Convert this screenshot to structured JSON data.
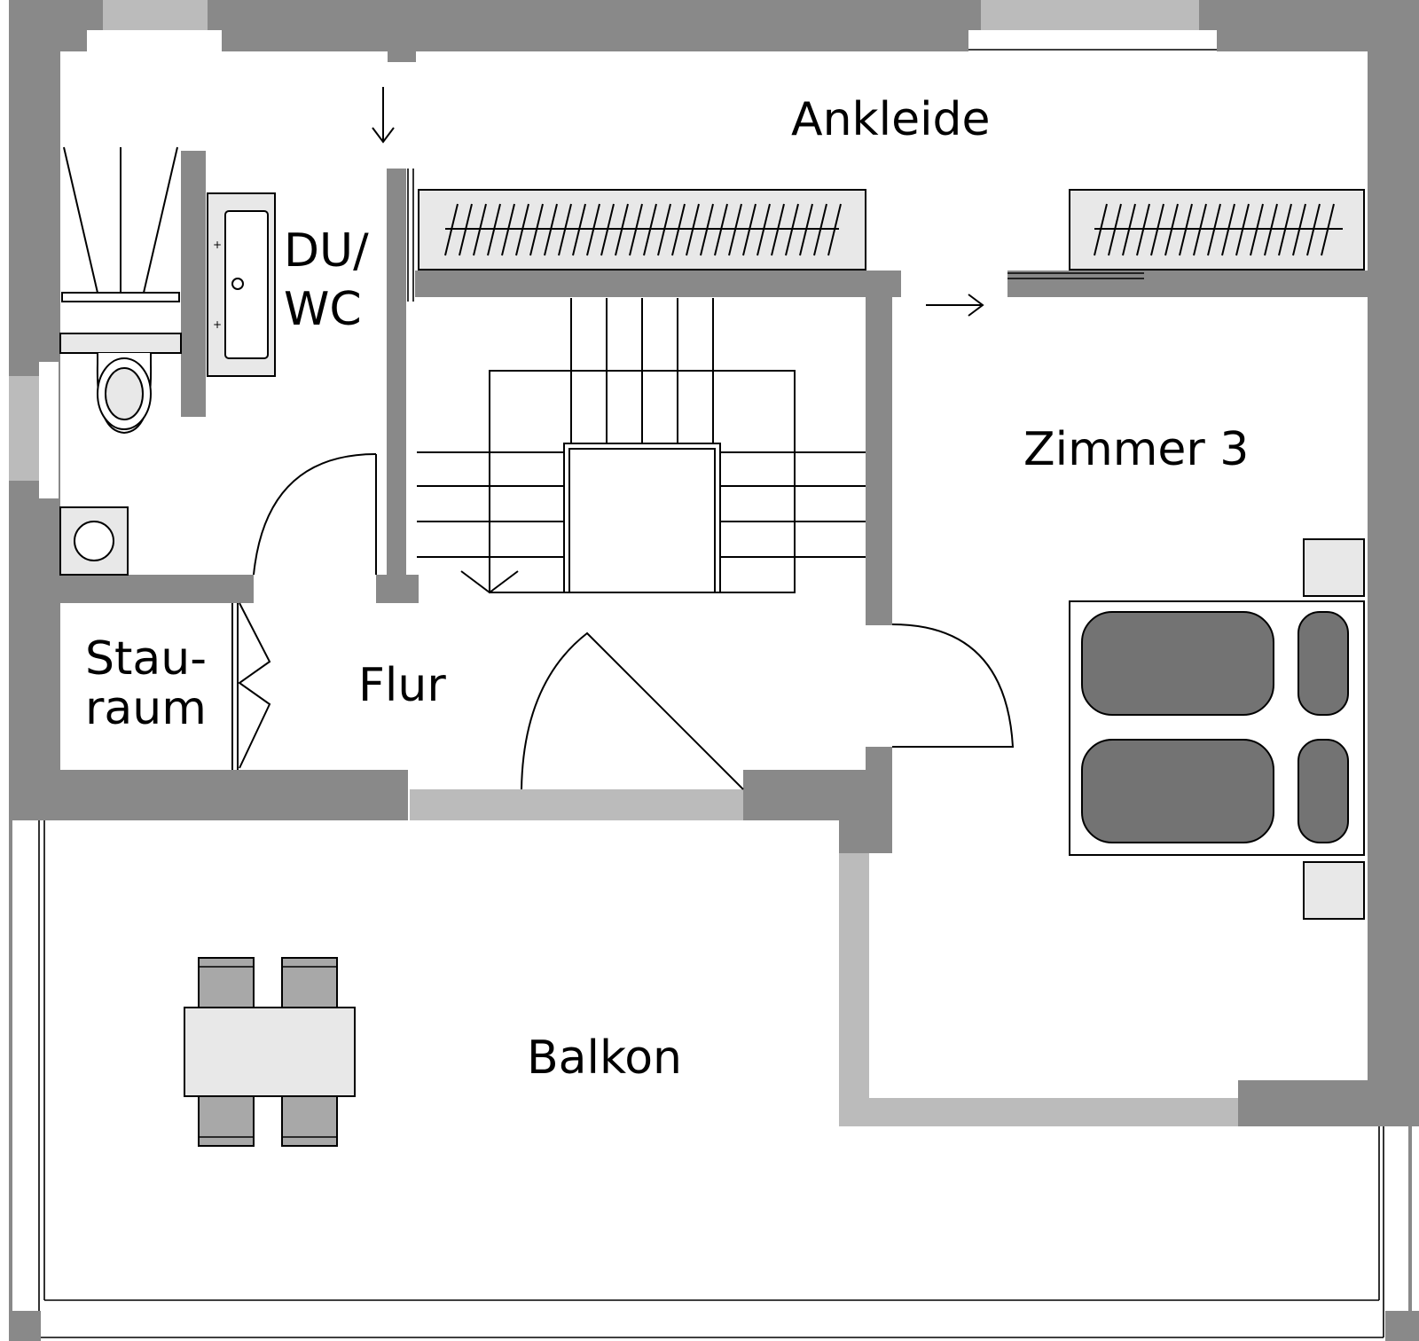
{
  "colors": {
    "wall": "#898989",
    "window": "#bbbbbb",
    "furniture_light": "#e8e8e8",
    "furniture_dark": "#737373",
    "chair": "#a8a8a8",
    "line": "#000000",
    "background": "#ffffff"
  },
  "rooms": {
    "ankleide": "Ankleide",
    "du_wc_line1": "DU/",
    "du_wc_line2": "WC",
    "zimmer3": "Zimmer 3",
    "stauraum_line1": "Stau-",
    "stauraum_line2": "raum",
    "flur": "Flur",
    "balkon": "Balkon"
  },
  "icons": {
    "stair_arrow": "down-arrow-icon",
    "ankleide_entry_arrow": "down-arrow-icon",
    "zimmer_entry_arrow": "right-arrow-icon"
  }
}
